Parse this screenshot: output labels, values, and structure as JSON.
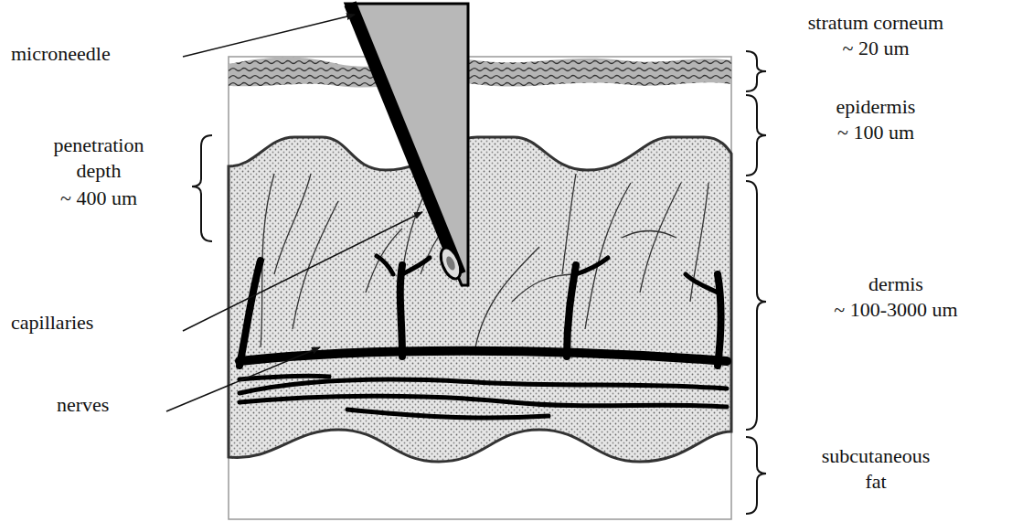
{
  "diagram": {
    "labels": [
      "microneedle",
      "stratum corneum",
      "~ 20 um",
      "epidermis",
      "~ 100 um",
      "penetration",
      "depth",
      "~ 400 um",
      "capillaries",
      "nerves",
      "dermis",
      "~ 100-3000 um",
      "subcutaneous",
      "fat"
    ]
  }
}
